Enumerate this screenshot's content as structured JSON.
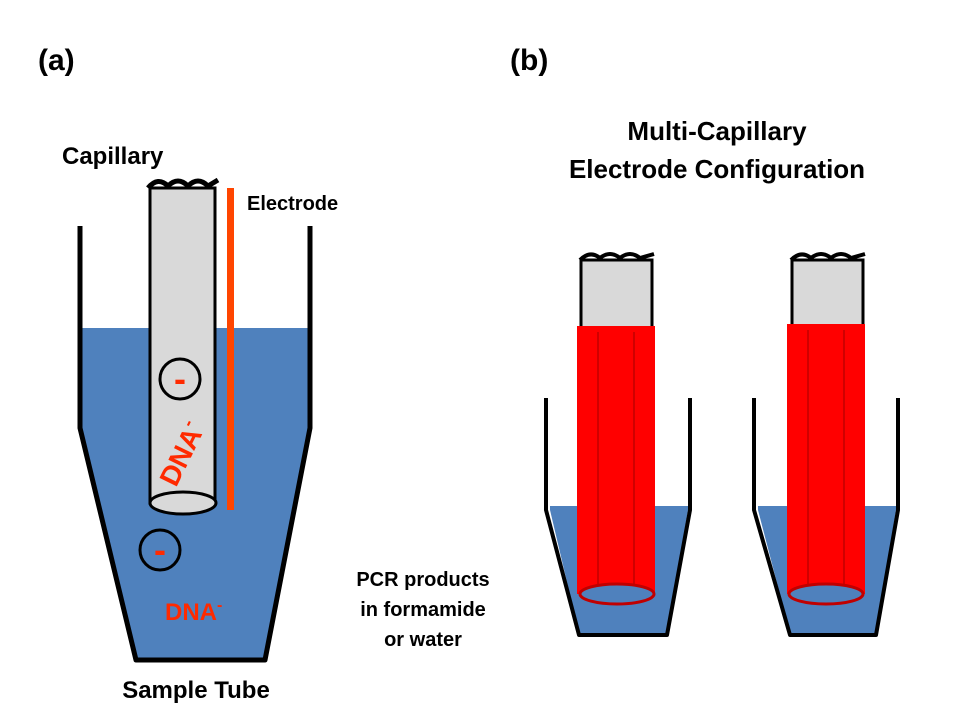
{
  "panel_a": {
    "label": "(a)",
    "capillary_label": "Capillary",
    "electrode_label": "Electrode",
    "charge_symbol": "-",
    "dna_label": "DNA",
    "dna_superscript": "-",
    "tube_label": "Sample Tube"
  },
  "panel_b": {
    "label": "(b)",
    "title_line1": "Multi-Capillary",
    "title_line2": "Electrode Configuration"
  },
  "solution_note": {
    "line1": "PCR products",
    "line2": "in formamide",
    "line3": "or water"
  },
  "colors": {
    "liquid": "#4f81bd",
    "capillary": "#d9d9d9",
    "electrode": "#ff4500",
    "red": "#ff0000",
    "red_text": "#ff2a00",
    "outline": "#000000"
  }
}
